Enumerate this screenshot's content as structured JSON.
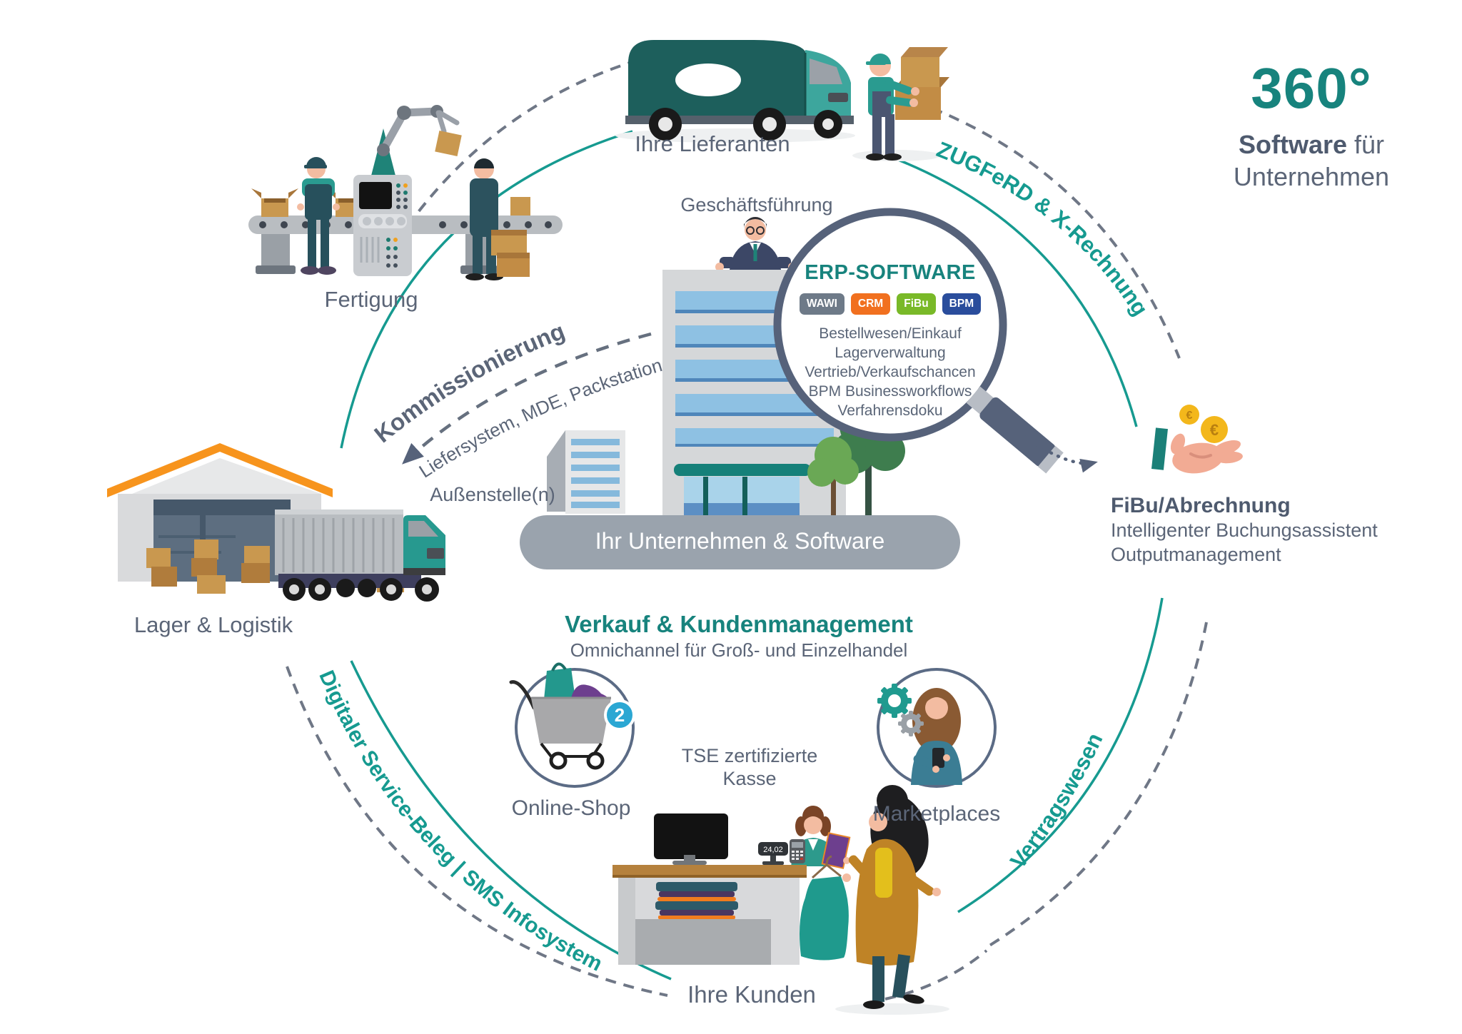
{
  "colors": {
    "accent_teal": "#169a90",
    "dark_teal_truck": "#1d5f5c",
    "light_teal_cab": "#3da69d",
    "slate_text": "#5b6577",
    "dashed_gray": "#6f7786",
    "circle_border": "#56627a",
    "roof_orange": "#f7941d",
    "coin_gold": "#f3b71b",
    "cart_badge_blue": "#2ba7d3",
    "window_blue": "#8ec1e3"
  },
  "title360": {
    "degree": "360°",
    "software": "Software",
    "fuer": " für",
    "unternehmen": "Unternehmen"
  },
  "labels": {
    "lieferanten": "Ihre Lieferanten",
    "fertigung": "Fertigung",
    "lager": "Lager & Logistik",
    "aussenstelle": "Außenstelle(n)",
    "geschaeftsfuehrung": "Geschäftsführung",
    "banner": "Ihr Unternehmen & Software",
    "kunden": "Ihre Kunden",
    "online_shop": "Online-Shop",
    "marketplaces": "Marketplaces",
    "tse_line1": "TSE zertifizierte",
    "tse_line2": "Kasse"
  },
  "erp": {
    "title": "ERP-SOFTWARE",
    "badges": [
      {
        "label": "WAWI",
        "color": "#6e7a88"
      },
      {
        "label": "CRM",
        "color": "#f1701f"
      },
      {
        "label": "FiBu",
        "color": "#79b928"
      },
      {
        "label": "BPM",
        "color": "#2a4d9c"
      }
    ],
    "features": [
      "Bestellwesen/Einkauf",
      "Lagerverwaltung",
      "Vertrieb/Verkaufschancen",
      "BPM Businessworkflows",
      "Verfahrensdoku"
    ]
  },
  "curved": {
    "zugferd": "ZUGFeRD & X-Rechnung",
    "vertragswesen": "Vertragswesen",
    "service": "Digitaler Service-Beleg | SMS Infosystem",
    "kommissionierung": "Kommissionierung",
    "kommissionierung_sub": "Liefersystem, MDE, Packstation"
  },
  "fibu": {
    "title": "FiBu/Abrechnung",
    "line1": "Intelligenter Buchungsassistent",
    "line2": "Outputmanagement"
  },
  "verkauf": {
    "title": "Verkauf & Kundenmanagement",
    "subtitle": "Omnichannel für Groß- und Einzelhandel"
  },
  "indicators": {
    "cart_badge": "2",
    "register_display": "24,02"
  }
}
